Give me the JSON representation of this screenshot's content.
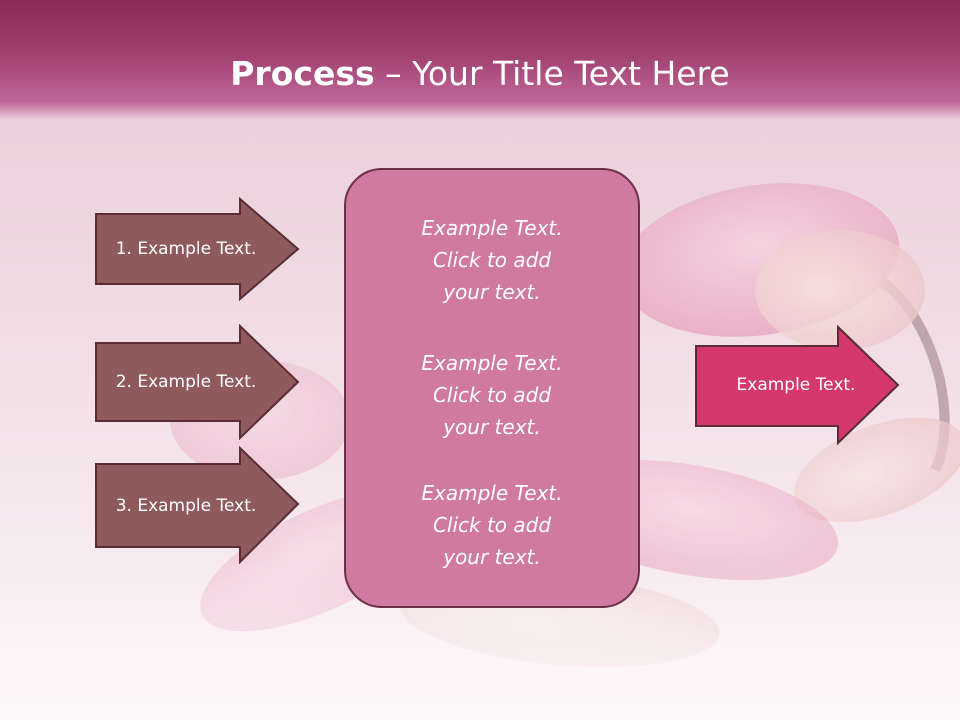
{
  "slide": {
    "title_bold": "Process",
    "title_rest": " – Your Title Text Here"
  },
  "left_arrows": [
    {
      "label": "1. Example Text."
    },
    {
      "label": "2. Example Text."
    },
    {
      "label": "3. Example Text."
    }
  ],
  "center_box": {
    "paragraphs": [
      {
        "line1": "Example Text.",
        "line2": "Click  to add",
        "line3": "your text."
      },
      {
        "line1": "Example Text.",
        "line2": "Click  to add",
        "line3": "your text."
      },
      {
        "line1": "Example Text.",
        "line2": "Click  to add",
        "line3": "your text."
      }
    ]
  },
  "right_arrow": {
    "label": "Example Text."
  },
  "colors": {
    "header": "#9c3a68",
    "left_arrow_fill": "#8f5a5c",
    "center_box_fill": "#d07aa2",
    "right_arrow_fill": "#d4386c",
    "border": "#5a2c36"
  }
}
